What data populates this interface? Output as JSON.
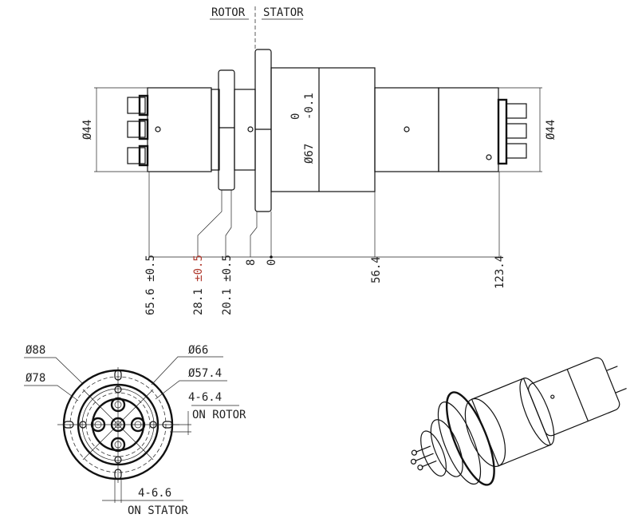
{
  "header": {
    "rotor": "ROTOR",
    "stator": "STATOR"
  },
  "side_view": {
    "left_diameter": "Ø44",
    "right_diameter": "Ø44",
    "body_diameter": "Ø67",
    "body_tol_upper": "0",
    "body_tol_lower": "-0.1",
    "dims": [
      {
        "value": "65.6",
        "tol": "±0.5"
      },
      {
        "value": "28.1",
        "tol": "±0.5"
      },
      {
        "value": "20.1",
        "tol": "±0.5"
      },
      {
        "value": "8",
        "tol": ""
      },
      {
        "value": "0",
        "tol": ""
      },
      {
        "value": "56.4",
        "tol": ""
      },
      {
        "value": "123.4",
        "tol": ""
      }
    ]
  },
  "end_view": {
    "d88": "Ø88",
    "d78": "Ø78",
    "d66": "Ø66",
    "d57": "Ø57.4",
    "rotor_holes": "4-6.4",
    "rotor_label": "ON ROTOR",
    "stator_holes": "4-6.6",
    "stator_label": "ON STATOR"
  }
}
